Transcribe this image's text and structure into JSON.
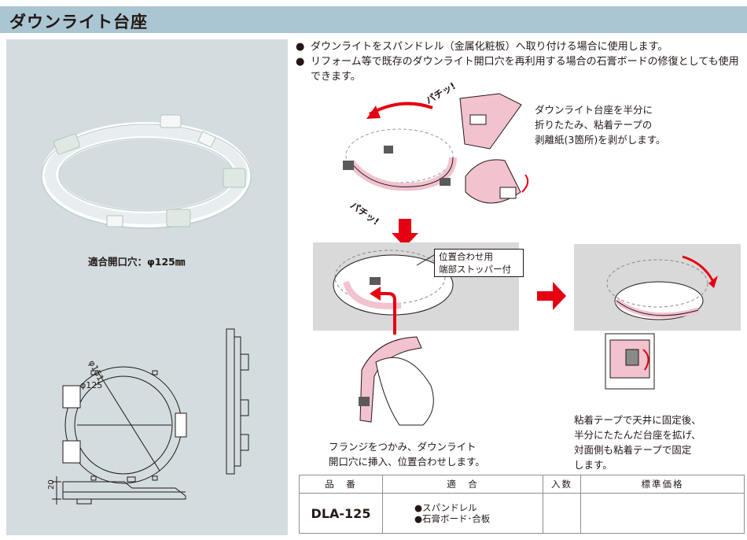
{
  "title": "ダウンライト台座",
  "fit_label": "適合開口穴：φ125㎜",
  "dims": {
    "outer": "φ151",
    "inner": "φ125",
    "height": "20"
  },
  "bullets": [
    "ダウンライトをスパンドレル（金属化粧板）へ取り付ける場合に使用します。",
    "リフォーム等で既存のダウンライト開口穴を再利用する場合の石膏ボードの修復としても使用できます。"
  ],
  "bullet_mark": "●",
  "sound_effect": "パチッ!",
  "steps": {
    "step1": [
      "ダウンライト台座を半分に",
      "折りたたみ、粘着テープの",
      "剥離紙(3箇所)を剥がします。"
    ],
    "callout": [
      "位置合わせ用",
      "端部ストッパー付"
    ],
    "step2": [
      "フランジをつかみ、ダウンライト",
      "開口穴に挿入、位置合わせします。"
    ],
    "step3": [
      "粘着テープで天井に固定後、",
      "半分にたたんだ台座を拡げ、",
      "対面側も粘着テープで固定",
      "します。"
    ]
  },
  "table": {
    "headers": [
      "品　番",
      "適　合",
      "入数",
      "標準価格"
    ],
    "rows": [
      {
        "part_no": "DLA-125",
        "applications": [
          "●スパンドレル",
          "●石膏ボード･合板"
        ],
        "qty": "",
        "price": ""
      }
    ]
  },
  "colors": {
    "title_bar": "#aac6d2",
    "photo_bg": "#d3dde0",
    "step_bg": "#d9d9d9",
    "ring_pink": "#f2c2cf",
    "arrow_red": "#e50012"
  }
}
